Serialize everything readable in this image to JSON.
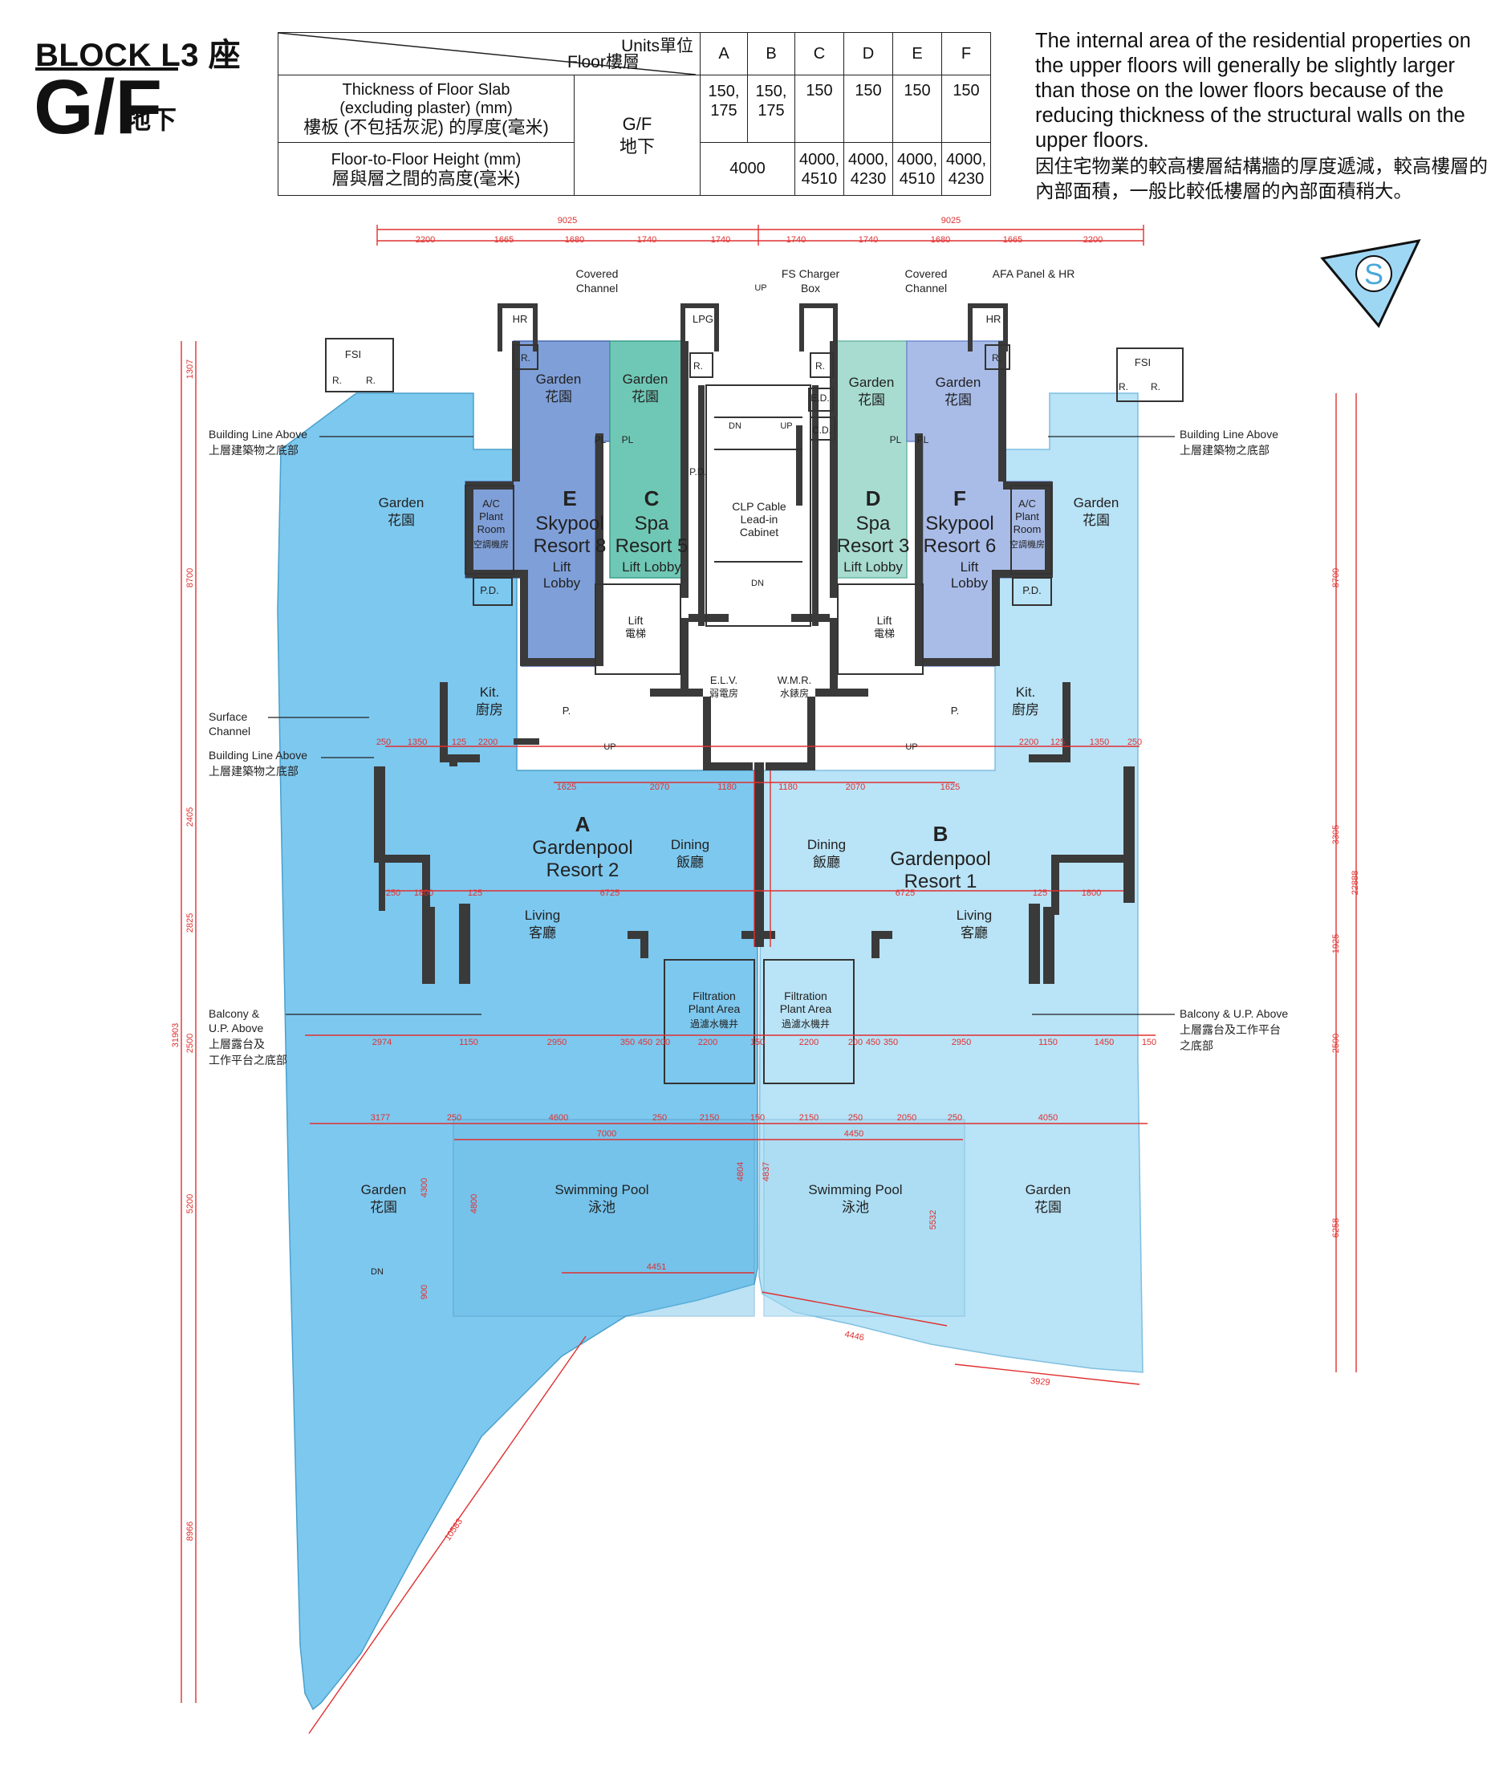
{
  "header": {
    "block": "BLOCK L3 座",
    "floor": "G/F",
    "floor_cn": "地下"
  },
  "spec_table": {
    "units_label": "Units單位",
    "floor_label": "Floor樓層",
    "units": [
      "A",
      "B",
      "C",
      "D",
      "E",
      "F"
    ],
    "row1_label_en_1": "Thickness of Floor Slab",
    "row1_label_en_2": "(excluding plaster) (mm)",
    "row1_label_cn": "樓板 (不包括灰泥) 的厚度(毫米)",
    "row2_label_en": "Floor-to-Floor Height (mm)",
    "row2_label_cn": "層與層之間的高度(毫米)",
    "floor_value": "G/F",
    "floor_value_cn": "地下",
    "slab": [
      [
        "150,",
        "175"
      ],
      [
        "150,",
        "175"
      ],
      [
        "150"
      ],
      [
        "150"
      ],
      [
        "150"
      ],
      [
        "150"
      ]
    ],
    "height_ab": "4000",
    "height_c": [
      "4000,",
      "4510"
    ],
    "height_d": [
      "4000,",
      "4230"
    ],
    "height_e": [
      "4000,",
      "4510"
    ],
    "height_f": [
      "4000,",
      "4230"
    ]
  },
  "note": {
    "en": "The internal area of the residential properties on the upper floors will generally be slightly larger than those on the lower floors because of the reducing thickness of the structural walls on the upper floors.",
    "cn": "因住宅物業的較高樓層結構牆的厚度遞減，較高樓層的內部面積，一般比較低樓層的內部面積稍大。"
  },
  "compass": {
    "label": "S"
  },
  "colors": {
    "unit_a": "#7dc8ef",
    "unit_b": "#b9e3f6",
    "unit_e": "#7f9fd8",
    "unit_c": "#6fc8b5",
    "unit_f": "#a9bce8",
    "unit_d": "#a8dcd0",
    "wall": "#3a3a3a",
    "dimension": "#e03030"
  },
  "units": {
    "a": {
      "letter": "A",
      "name_1": "Gardenpool",
      "name_2": "Resort 2"
    },
    "b": {
      "letter": "B",
      "name_1": "Gardenpool",
      "name_2": "Resort 1"
    },
    "c": {
      "letter": "C",
      "name_1": "Spa",
      "name_2": "Resort 5"
    },
    "d": {
      "letter": "D",
      "name_1": "Spa",
      "name_2": "Resort 3"
    },
    "e": {
      "letter": "E",
      "name_1": "Skypool",
      "name_2": "Resort 8"
    },
    "f": {
      "letter": "F",
      "name_1": "Skypool",
      "name_2": "Resort 6"
    }
  },
  "rooms": {
    "garden_en": "Garden",
    "garden_cn": "花園",
    "lift_lobby_1": "Lift",
    "lift_lobby_2": "Lobby",
    "lift_lobby_inline": "Lift Lobby",
    "lift_en": "Lift",
    "lift_cn": "電梯",
    "ac_1": "A/C",
    "ac_2": "Plant",
    "ac_3": "Room",
    "ac_cn": "空調機房",
    "kit_en": "Kit.",
    "kit_cn": "廚房",
    "dining_en": "Dining",
    "dining_cn": "飯廳",
    "living_en": "Living",
    "living_cn": "客廳",
    "filtration_1": "Filtration",
    "filtration_2": "Plant Area",
    "filtration_cn": "過濾水機井",
    "pool_en": "Swimming Pool",
    "pool_cn": "泳池",
    "clp_1": "CLP Cable",
    "clp_2": "Lead-in",
    "clp_3": "Cabinet",
    "elv_en": "E.L.V.",
    "elv_cn": "弱電房",
    "wmr_en": "W.M.R.",
    "wmr_cn": "水錶房",
    "hr": "HR",
    "lpg": "LPG",
    "r": "R.",
    "fsi": "FSI",
    "pd": "P.D.",
    "p": "P.",
    "ed": "E.D.",
    "cd": "C.D.",
    "pl": "PL",
    "up": "UP",
    "dn": "DN"
  },
  "callouts": {
    "covered_1": "Covered",
    "covered_2": "Channel",
    "fs_1": "FS Charger",
    "fs_2": "Box",
    "afa": "AFA Panel & HR",
    "bla_en": "Building Line Above",
    "bla_cn": "上層建築物之底部",
    "surface_1": "Surface",
    "surface_2": "Channel",
    "balc_left_1": "Balcony &",
    "balc_left_2": "U.P. Above",
    "balc_right": "Balcony & U.P. Above",
    "balc_cn_1": "上層露台及",
    "balc_cn_2": "工作平台之底部",
    "balc_cn_inline": "上層露台及工作平台",
    "balc_cn_tail": "之底部"
  },
  "dimensions": {
    "top_total": [
      "9025",
      "9025"
    ],
    "top_row": [
      "2200",
      "1665",
      "1680",
      "1740",
      "1740",
      "1740",
      "1740",
      "1680",
      "1665",
      "2200"
    ],
    "left_col": [
      "1307",
      "8700",
      "2405",
      "2825",
      "2500",
      "5200",
      "8966",
      "31903"
    ],
    "right_col": [
      "8700",
      "3305",
      "1925",
      "2500",
      "6258",
      "22888"
    ],
    "mid_row_left": [
      "250",
      "1350",
      "125",
      "2200"
    ],
    "mid_row_right": [
      "2200",
      "125",
      "1350",
      "250"
    ],
    "dining_row": [
      "1625",
      "2070",
      "1180",
      "1180",
      "2070",
      "1625"
    ],
    "living_row_left": [
      "250",
      "1800",
      "125",
      "6725"
    ],
    "living_row_right": [
      "6725",
      "125",
      "1800"
    ],
    "balcony_row_left": [
      "2974",
      "1150",
      "2950",
      "350",
      "450",
      "200",
      "2200",
      "150"
    ],
    "balcony_row_right": [
      "2200",
      "200",
      "450",
      "350",
      "2950",
      "1150",
      "1450",
      "150"
    ],
    "pool_row_left": [
      "3177",
      "250",
      "4600",
      "250",
      "2150",
      "150"
    ],
    "pool_row_right": [
      "2150",
      "250",
      "2050",
      "250",
      "4050"
    ],
    "pool_sub": [
      "7000",
      "4450"
    ],
    "pool_depth": [
      "4300",
      "4800",
      "4804",
      "4837",
      "5532",
      "900"
    ],
    "diag": [
      "4451",
      "4446",
      "3929",
      "10583"
    ]
  }
}
